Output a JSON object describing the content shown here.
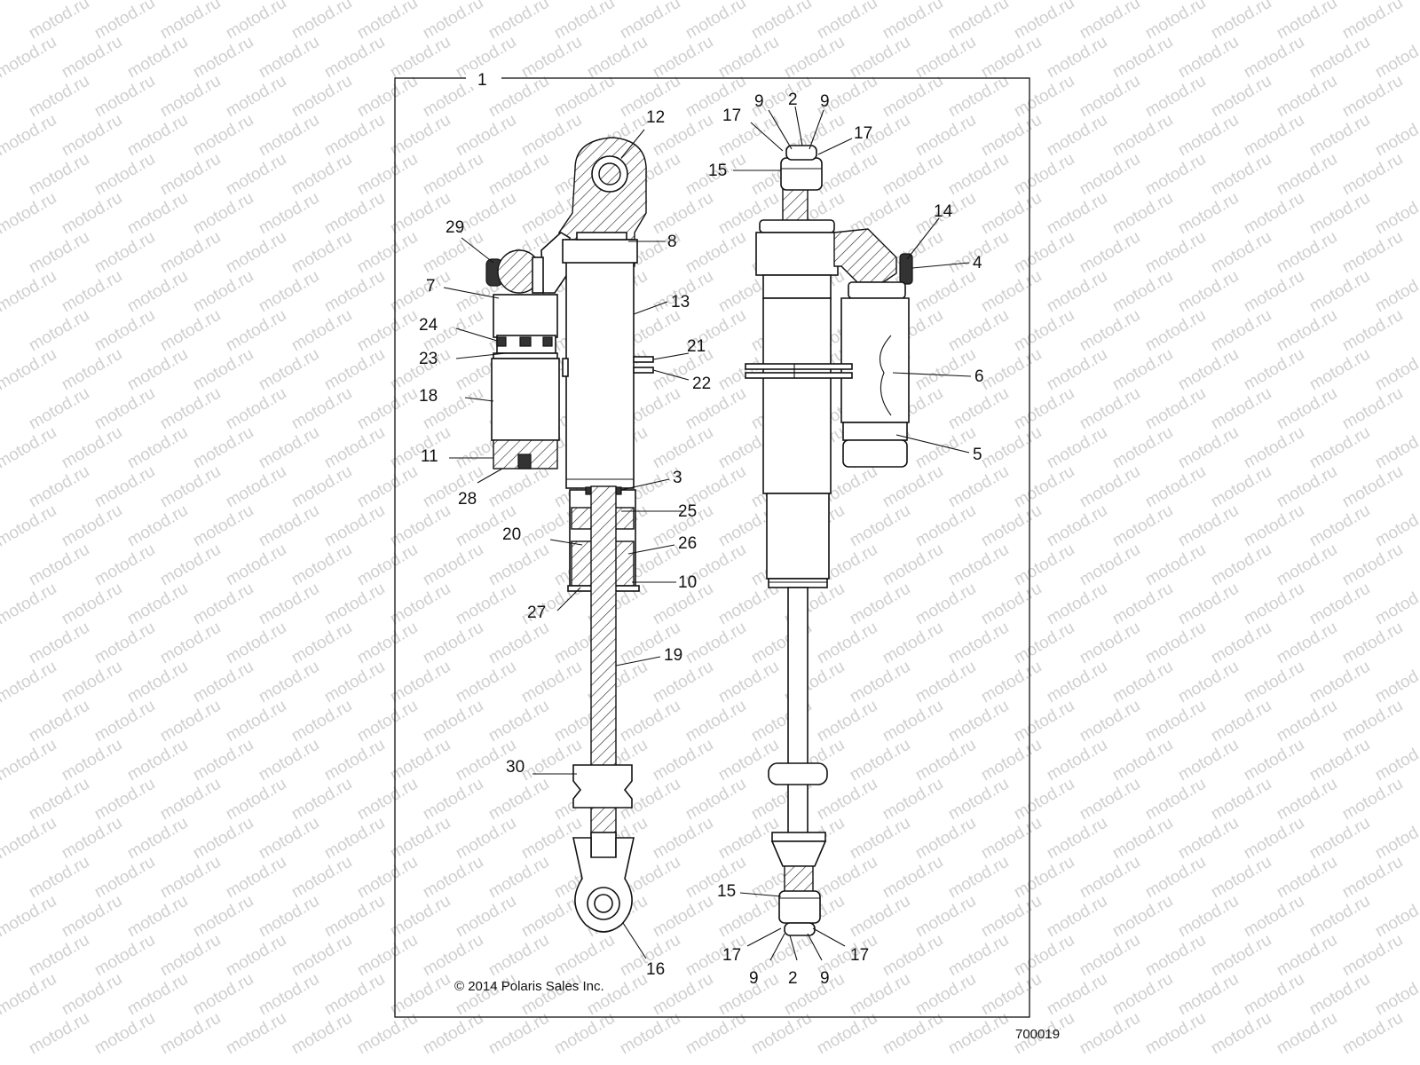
{
  "diagram": {
    "figure_number": "700019",
    "copyright": "© 2014 Polaris Sales Inc.",
    "watermark": "motod.ru",
    "frame_callout": "1",
    "callouts": [
      "1",
      "2",
      "3",
      "4",
      "5",
      "6",
      "7",
      "8",
      "9",
      "10",
      "11",
      "12",
      "13",
      "14",
      "15",
      "16",
      "17",
      "18",
      "19",
      "20",
      "21",
      "22",
      "23",
      "24",
      "25",
      "26",
      "27",
      "28",
      "29",
      "30"
    ]
  }
}
